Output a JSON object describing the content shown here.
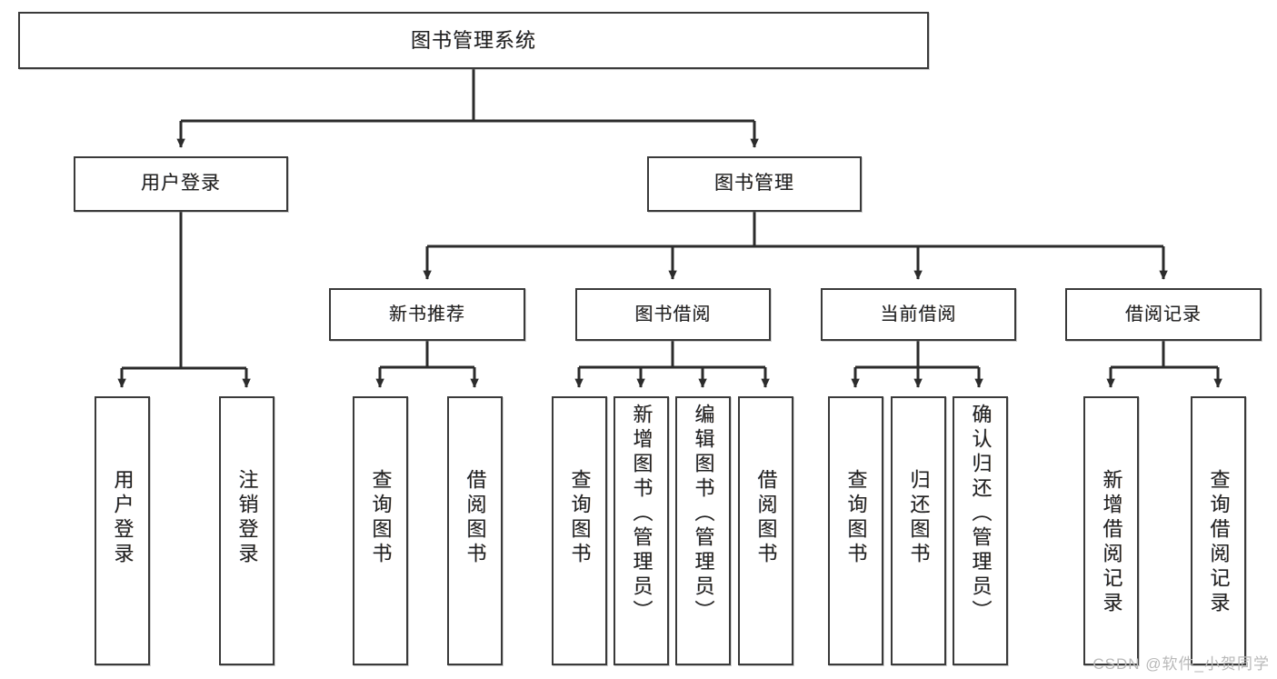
{
  "diagram": {
    "type": "tree",
    "title": "图书管理系统",
    "root": {
      "label": "图书管理系统"
    },
    "level1": [
      {
        "label": "用户登录"
      },
      {
        "label": "图书管理"
      }
    ],
    "level2": [
      {
        "label": "新书推荐"
      },
      {
        "label": "图书借阅"
      },
      {
        "label": "当前借阅"
      },
      {
        "label": "借阅记录"
      }
    ],
    "leaves": {
      "user_login": [
        {
          "label": "用户登录"
        },
        {
          "label": "注销登录"
        }
      ],
      "new_book_recommend": [
        {
          "label": "查询图书"
        },
        {
          "label": "借阅图书"
        }
      ],
      "book_borrow": [
        {
          "label": "查询图书"
        },
        {
          "label": "新增图书（管理员）"
        },
        {
          "label": "编辑图书（管理员）"
        },
        {
          "label": "借阅图书"
        }
      ],
      "current_borrow": [
        {
          "label": "查询图书"
        },
        {
          "label": "归还图书"
        },
        {
          "label": "确认归还（管理员）"
        }
      ],
      "borrow_record": [
        {
          "label": "新增借阅记录"
        },
        {
          "label": "查询借阅记录"
        }
      ]
    }
  },
  "watermark": {
    "text": "CSDN @软件_小贺同学"
  },
  "colors": {
    "box_border": "#3a3a3a",
    "box_fill": "#ffffff",
    "connector": "#2b2b2b",
    "text": "#212121",
    "watermark": "#b9b9b9"
  }
}
